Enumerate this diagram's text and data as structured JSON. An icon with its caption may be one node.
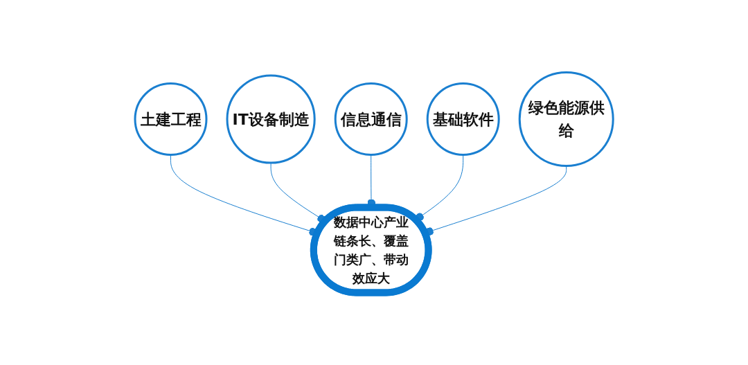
{
  "diagram": {
    "nodes": [
      {
        "text": [
          "土建工程"
        ]
      },
      {
        "text": [
          "IT设备制造"
        ]
      },
      {
        "text": [
          "信息通信"
        ]
      },
      {
        "text": [
          "基础软件"
        ]
      },
      {
        "text": [
          "绿色能源供给"
        ]
      },
      {
        "text": [
          "数据中心产业链条长、覆盖门类广、带动效应大"
        ]
      }
    ],
    "edges": [
      {
        "from": 0,
        "to": 5,
        "arrow": "other"
      },
      {
        "from": 1,
        "to": 5,
        "arrow": "other"
      },
      {
        "from": 2,
        "to": 5,
        "arrow": "other"
      },
      {
        "from": 3,
        "to": 5,
        "arrow": "other"
      },
      {
        "from": 4,
        "to": 5,
        "arrow": "other"
      }
    ]
  }
}
